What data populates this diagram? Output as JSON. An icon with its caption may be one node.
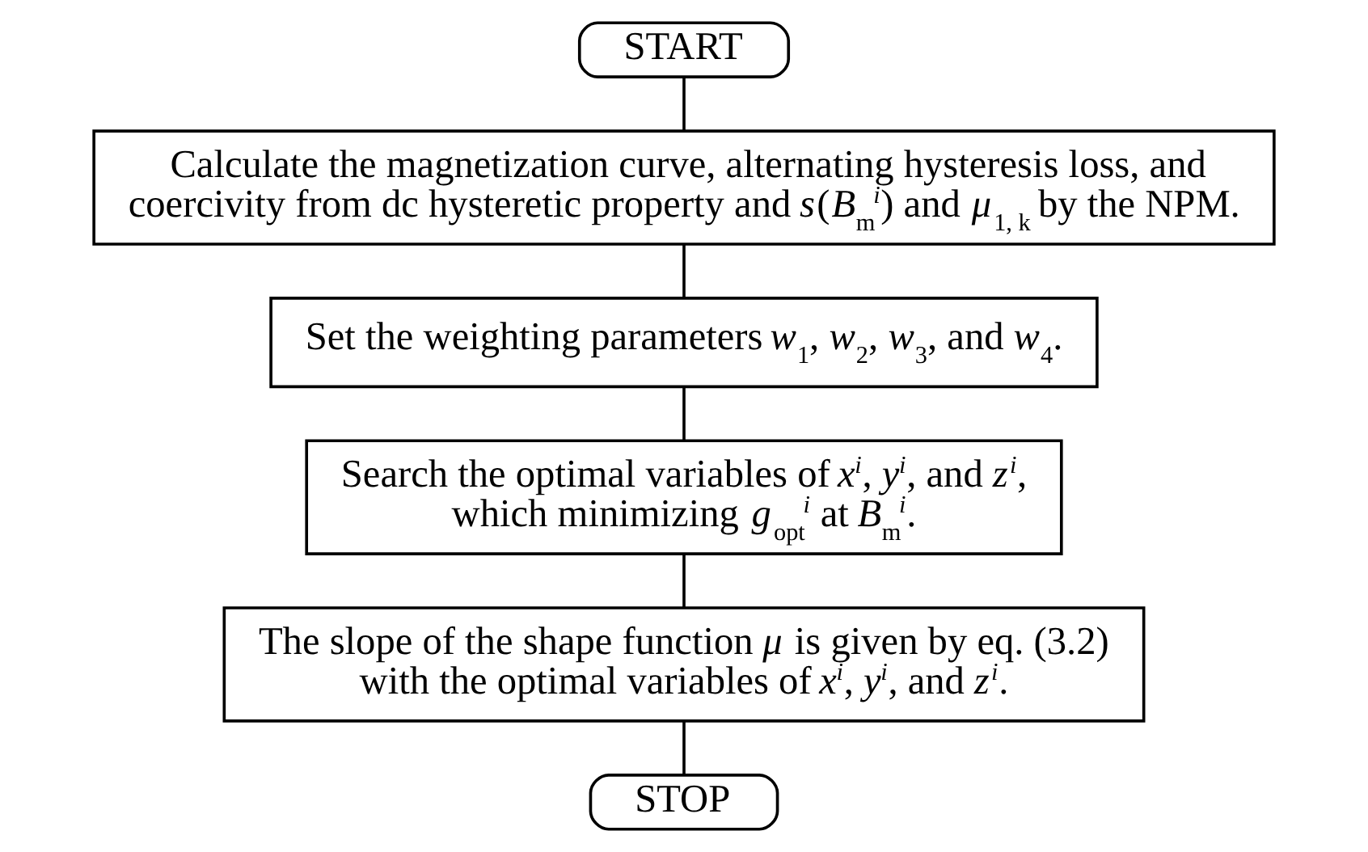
{
  "diagram": {
    "nodes": [
      {
        "text": [
          "START"
        ]
      },
      {
        "text": [
          "Calculate the magnetization curve, alternating hysteresis loss, and coercivity from dc hysteretic property and *s*(*B*$_{m}$$^{i}$) and *μ*$_{1, k}$ by the NPM."
        ]
      },
      {
        "text": [
          "Set the weighting parameters *w*$_{1}$, *w*$_{2}$, *w*$_{3}$, and *w*$_{4}$."
        ]
      },
      {
        "text": [
          "Search the optimal variables of *x*$^{i}$, *y*$^{i}$, and *z*$^{i}$, which minimizing *g*$_{opt}$$^{i}$ at *B*$_{m}$$^{i}$."
        ]
      },
      {
        "text": [
          "The slope of the shape function *μ* is given by eq. (3.2) with the optimal variables of *x*$^{i}$, *y*$^{i}$, and *z*$^{i}$."
        ]
      },
      {
        "text": [
          "STOP"
        ]
      }
    ],
    "edges": [
      {
        "from": 0,
        "to": 1,
        "arrow": "none"
      },
      {
        "from": 1,
        "to": 2,
        "arrow": "none"
      },
      {
        "from": 2,
        "to": 3,
        "arrow": "none"
      },
      {
        "from": 3,
        "to": 4,
        "arrow": "none"
      },
      {
        "from": 4,
        "to": 5,
        "arrow": "none"
      }
    ]
  }
}
